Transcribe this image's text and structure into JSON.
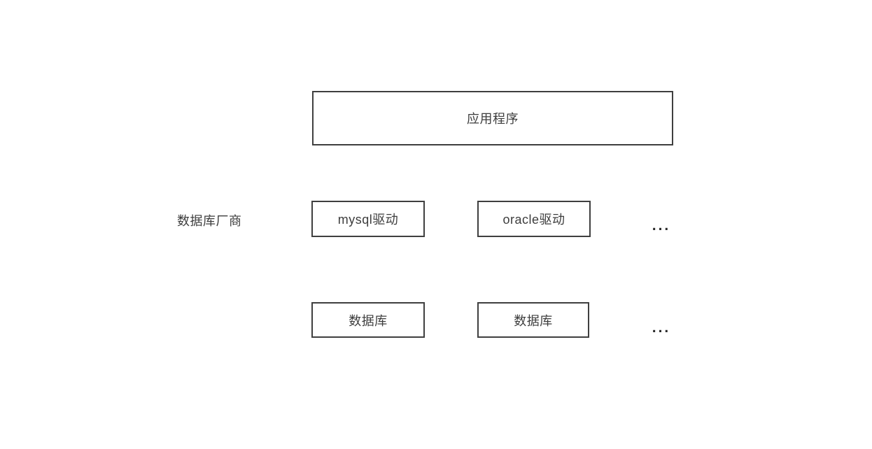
{
  "diagram": {
    "app_box": {
      "label": "应用程序"
    },
    "vendor_label": "数据库厂商",
    "driver_boxes": [
      {
        "label": "mysql驱动"
      },
      {
        "label": "oracle驱动"
      }
    ],
    "driver_ellipsis": "...",
    "db_boxes": [
      {
        "label": "数据库"
      },
      {
        "label": "数据库"
      }
    ],
    "db_ellipsis": "...",
    "colors": {
      "border": "#3f3f3f",
      "text": "#3d3d3d",
      "background": "#ffffff"
    }
  }
}
